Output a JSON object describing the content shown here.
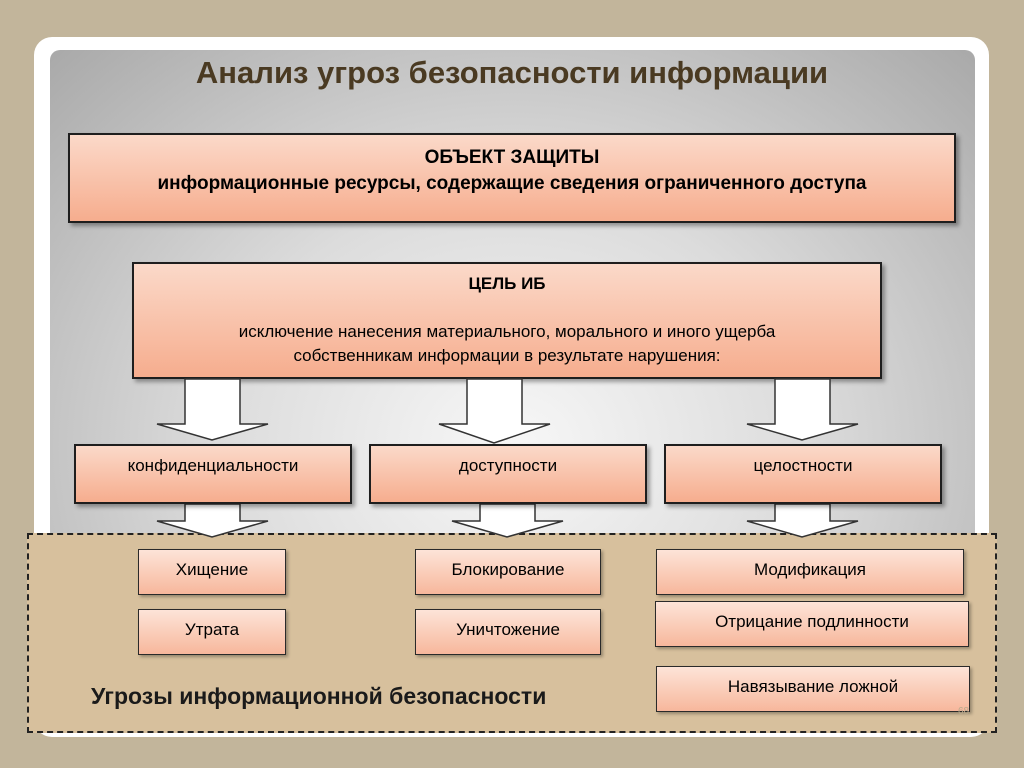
{
  "title": "Анализ угроз безопасности информации",
  "object": {
    "heading": "ОБЪЕКТ ЗАЩИТЫ",
    "text": "информационные ресурсы, содержащие сведения ограниченного доступа"
  },
  "goal": {
    "heading": "ЦЕЛЬ ИБ",
    "line1": "исключение нанесения материального, морального и иного ущерба",
    "line2": "собственникам информации в результате нарушения:"
  },
  "categories": [
    "конфиденциальности",
    "доступности",
    "целостности"
  ],
  "threats": {
    "label": "Угрозы информационной безопасности",
    "confidentiality": [
      "Хищение",
      "Утрата"
    ],
    "availability": [
      "Блокирование",
      "Уничтожение"
    ],
    "integrity": [
      "Модификация",
      "Отрицание подлинности",
      "Навязывание ложной"
    ]
  },
  "page_number": "68",
  "colors": {
    "background": "#c2b59b",
    "box_fill": "#f6ad8e",
    "threat_area": "#d7c09d",
    "title": "#4a3a22"
  }
}
